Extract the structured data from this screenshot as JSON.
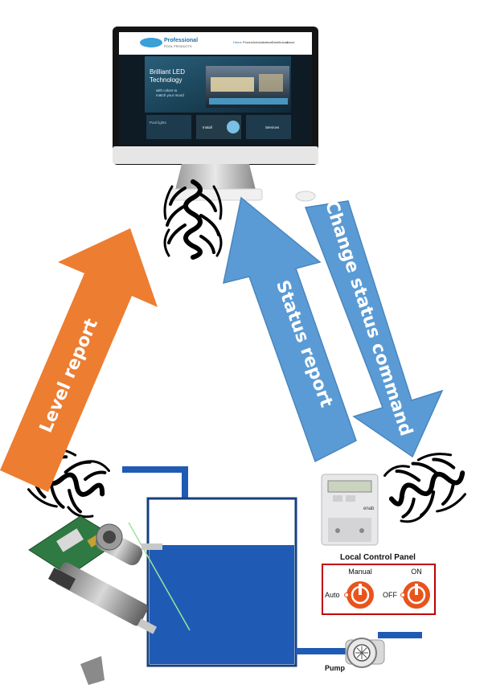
{
  "arrows": {
    "level_report": "Level report",
    "status_report": "Status report",
    "change_status_command": "Change status command"
  },
  "website": {
    "brand": "Professional",
    "brand_sub": "POOL PRODUCTS",
    "nav": [
      "Home",
      "Products",
      "Installations",
      "Distributors",
      "About"
    ],
    "hero_line1": "Brilliant LED",
    "hero_line2": "Technology",
    "hero_sub1": "with colors to",
    "hero_sub2": "match your mood",
    "tile1": "Pool lights",
    "tile2": "Install",
    "tile3": "Services"
  },
  "meter": {
    "label": "enab"
  },
  "control_panel": {
    "title": "Local Control Panel",
    "manual_label": "Manual",
    "on_label": "ON",
    "auto_label": "Auto",
    "off_label": "OFF"
  },
  "pump": {
    "label": "Pump"
  },
  "colors": {
    "orange_arrow": "#ED7D31",
    "blue_arrow": "#5B9BD5",
    "water": "#1F5BB5",
    "panel_red": "#C00000"
  }
}
